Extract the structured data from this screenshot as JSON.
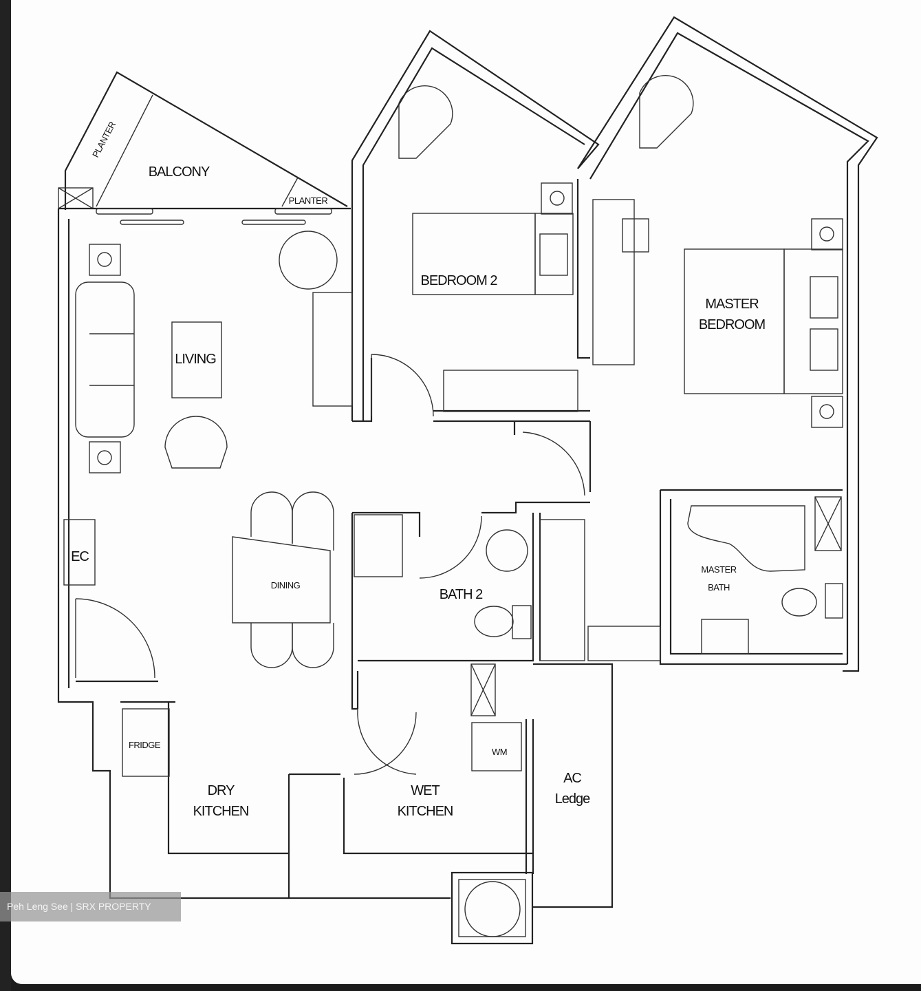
{
  "floorplan": {
    "rooms": {
      "balcony": "BALCONY",
      "planter_left": "PLANTER",
      "planter_right": "PLANTER",
      "bedroom2": "BEDROOM 2",
      "master_line1": "MASTER",
      "master_line2": "BEDROOM",
      "living": "LIVING",
      "dining": "DINING",
      "bath2": "BATH 2",
      "master_bath_line1": "MASTER",
      "master_bath_line2": "BATH",
      "ec": "EC",
      "fridge": "FRIDGE",
      "dry_kitchen_line1": "DRY",
      "dry_kitchen_line2": "KITCHEN",
      "wet_kitchen_line1": "WET",
      "wet_kitchen_line2": "KITCHEN",
      "wm": "WM",
      "ac_line1": "AC",
      "ac_line2": "Ledge"
    },
    "colors": {
      "line": "#222222",
      "background": "#fdfdfd"
    }
  },
  "watermark": {
    "text": "Peh Leng See | SRX PROPERTY"
  }
}
